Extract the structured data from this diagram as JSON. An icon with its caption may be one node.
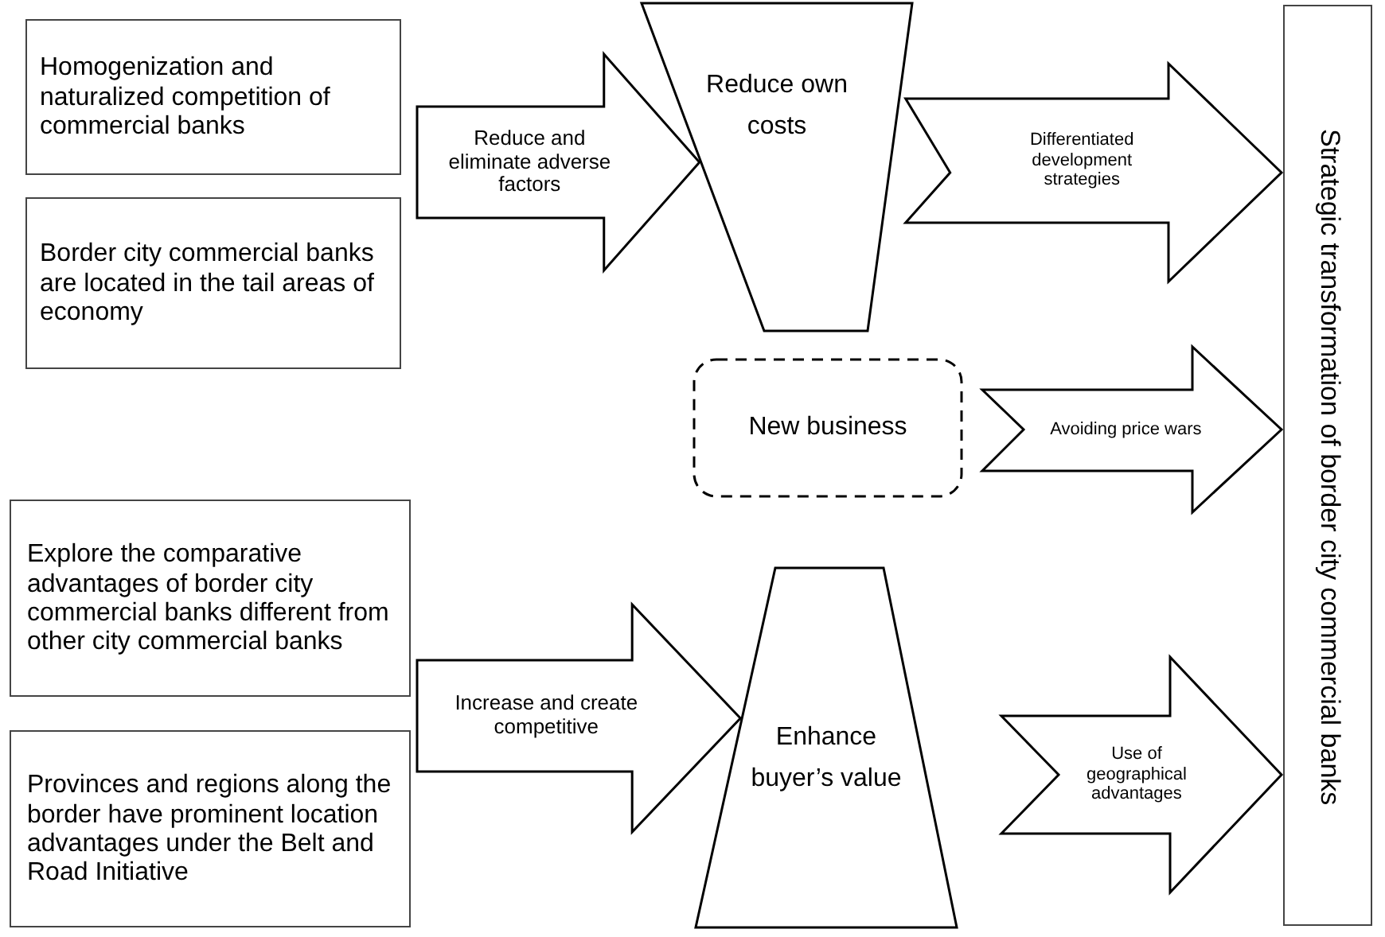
{
  "diagram": {
    "nodes": [
      {
        "text": [
          "Homogenization and naturalized competition of commercial banks"
        ]
      },
      {
        "text": [
          "Border city commercial banks are located in the tail areas of economy"
        ]
      },
      {
        "text": [
          "Reduce own costs"
        ]
      },
      {
        "text": [
          "New business"
        ]
      },
      {
        "text": [
          "Strategic transformation of border city commercial banks"
        ]
      },
      {
        "text": [
          "Explore the comparative advantages of border city commercial banks different from other city commercial banks"
        ]
      },
      {
        "text": [
          "Provinces and regions along the border have prominent location advantages under the Belt and Road Initiative"
        ]
      },
      {
        "text": [
          "Enhance buyer’s value"
        ]
      }
    ],
    "edges": [
      {
        "from": 0,
        "to": 2,
        "arrow": "to",
        "label": "Reduce and eliminate adverse factors"
      },
      {
        "from": 1,
        "to": 2,
        "arrow": "to"
      },
      {
        "from": 2,
        "to": 4,
        "arrow": "to",
        "label": "Differentiated development strategies"
      },
      {
        "from": 3,
        "to": 4,
        "arrow": "to",
        "label": "Avoiding price wars"
      },
      {
        "from": 5,
        "to": 7,
        "arrow": "to",
        "label": "Increase and create competitive"
      },
      {
        "from": 6,
        "to": 7,
        "arrow": "to"
      },
      {
        "from": 7,
        "to": 4,
        "arrow": "to",
        "label": "Use of geographical advantages"
      }
    ]
  }
}
